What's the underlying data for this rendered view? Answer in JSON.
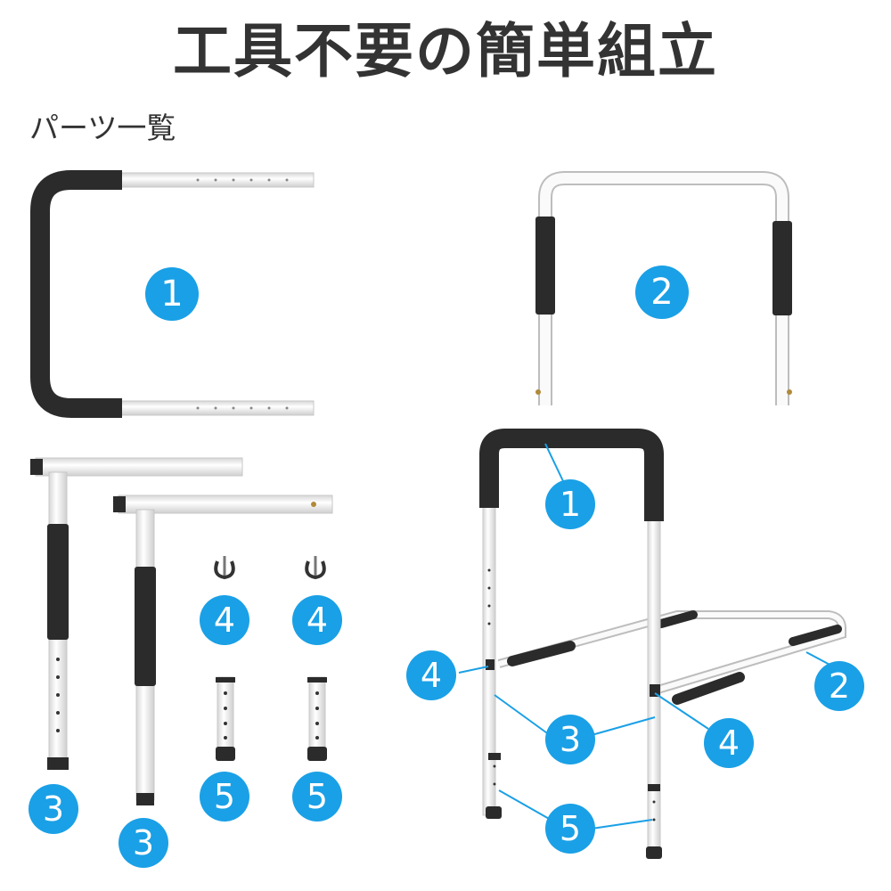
{
  "title": "工具不要の簡単組立",
  "subtitle": "パーツ一覧",
  "colors": {
    "badge": "#1aa0e6",
    "text": "#333333",
    "foam": "#2b2b2b",
    "tube": "#f4f4f4",
    "tube_edge": "#bdbdbd"
  },
  "parts": {
    "p1_label": "1",
    "p2_label": "2",
    "p3a_label": "3",
    "p3b_label": "3",
    "p4a_label": "4",
    "p4b_label": "4",
    "p5a_label": "5",
    "p5b_label": "5"
  },
  "assembly": {
    "label_1": "1",
    "label_2": "2",
    "label_3": "3",
    "label_4_left": "4",
    "label_4_right": "4",
    "label_5": "5"
  }
}
